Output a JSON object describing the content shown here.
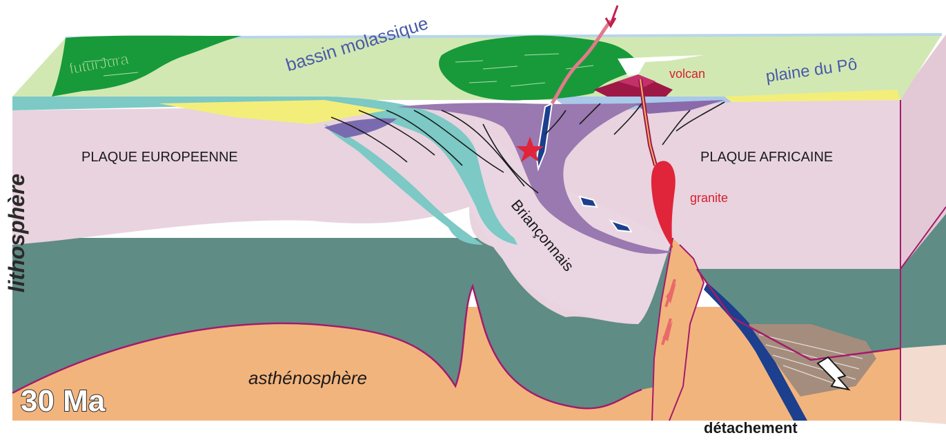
{
  "labels": {
    "futur_jura": "futurJura",
    "bassin_molassique": "bassin molassique",
    "volcan": "volcan",
    "plaine_du_po": "plaine du Pô",
    "plaque_europeenne": "PLAQUE EUROPEENNE",
    "plaque_africaine": "PLAQUE AFRICAINE",
    "granite": "granite",
    "brianconnais": "Briançonnais",
    "lithosphere": "lithosphère",
    "asthenosphere": "asthénosphère",
    "age": "30 Ma",
    "detachement": "détachement"
  },
  "colors": {
    "crust_pink": "#e8d3df",
    "mantle_lithosphere": "#5f8c85",
    "asthenosphere": "#f2b47d",
    "surface_light_green": "#d2e8b3",
    "forest_green": "#189a3a",
    "sediment_cyan": "#7cc9c5",
    "molasse_yellow": "#f3ee7a",
    "alpine_purple": "#9a78b0",
    "ophiolite_blue": "#1c3f8e",
    "granite_red": "#e0243a",
    "volcano_maroon": "#9e1846",
    "slab_brown": "#a58d7d",
    "boundary_magenta": "#a31b6b",
    "label_blue": "#4a5aa8",
    "label_red": "#d71f2c"
  },
  "icons": [
    "star-icon",
    "arrow-icon"
  ]
}
